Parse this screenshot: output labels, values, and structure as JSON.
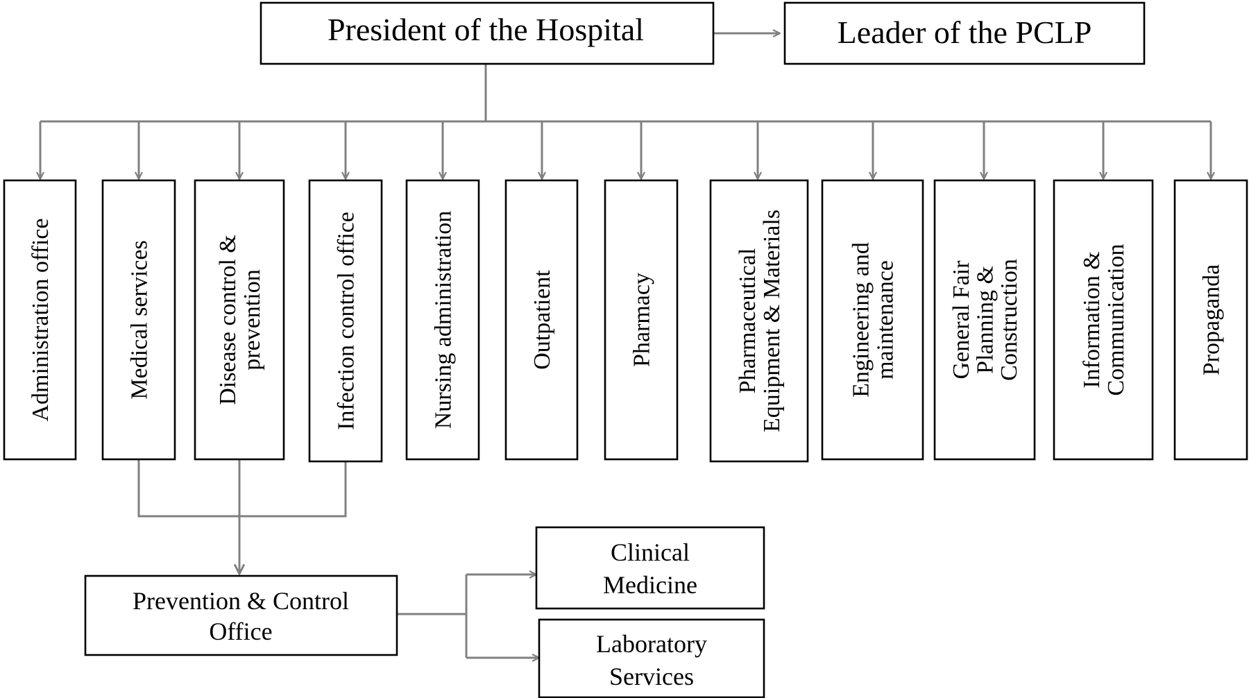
{
  "top": {
    "president": "President of the Hospital",
    "leader": "Leader of the PCLP"
  },
  "departments": [
    {
      "lines": [
        "Administration office"
      ]
    },
    {
      "lines": [
        "Medical services"
      ]
    },
    {
      "lines": [
        "Disease control &",
        "prevention"
      ]
    },
    {
      "lines": [
        "Infection control office"
      ]
    },
    {
      "lines": [
        "Nursing administration"
      ]
    },
    {
      "lines": [
        "Outpatient"
      ]
    },
    {
      "lines": [
        "Pharmacy"
      ]
    },
    {
      "lines": [
        "Pharmaceutical",
        "Equipment & Materials"
      ]
    },
    {
      "lines": [
        "Engineering and",
        "maintenance"
      ]
    },
    {
      "lines": [
        "General Fair",
        "Planning &",
        "Construction"
      ]
    },
    {
      "lines": [
        "Information &",
        "Communication"
      ]
    },
    {
      "lines": [
        "Propaganda"
      ]
    }
  ],
  "office": {
    "lines": [
      "Prevention & Control",
      "Office"
    ]
  },
  "outputs": [
    {
      "lines": [
        "Clinical",
        "Medicine"
      ]
    },
    {
      "lines": [
        "Laboratory",
        "Services"
      ]
    }
  ],
  "colors": {
    "connector": "#808080",
    "box_border": "#000000",
    "text": "#000000"
  }
}
